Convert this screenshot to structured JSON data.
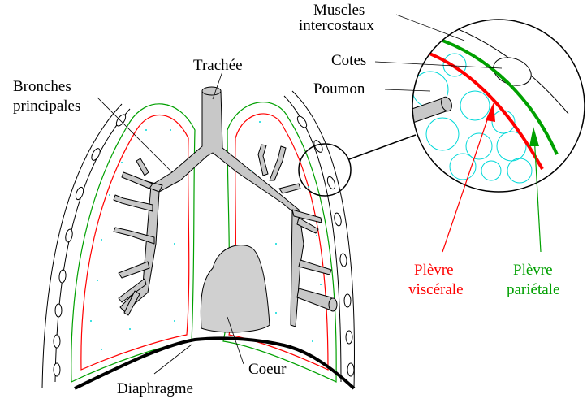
{
  "labels": {
    "muscles_line1": "Muscles",
    "muscles_line2": "intercostaux",
    "trachee": "Trachée",
    "cotes": "Cotes",
    "bronches_line1": "Bronches",
    "bronches_line2": "principales",
    "poumon": "Poumon",
    "plevre_visc_line1": "Plèvre",
    "plevre_visc_line2": "viscérale",
    "plevre_par_line1": "Plèvre",
    "plevre_par_line2": "pariétale",
    "coeur": "Coeur",
    "diaphragme": "Diaphragme"
  },
  "colors": {
    "visceral_pleura": "#ff0000",
    "parietal_pleura": "#00a000",
    "alveoli": "#00d8d8",
    "bronchi_fill": "#c8c8c8",
    "heart_fill": "#d0d0d0",
    "outline": "#000000"
  }
}
